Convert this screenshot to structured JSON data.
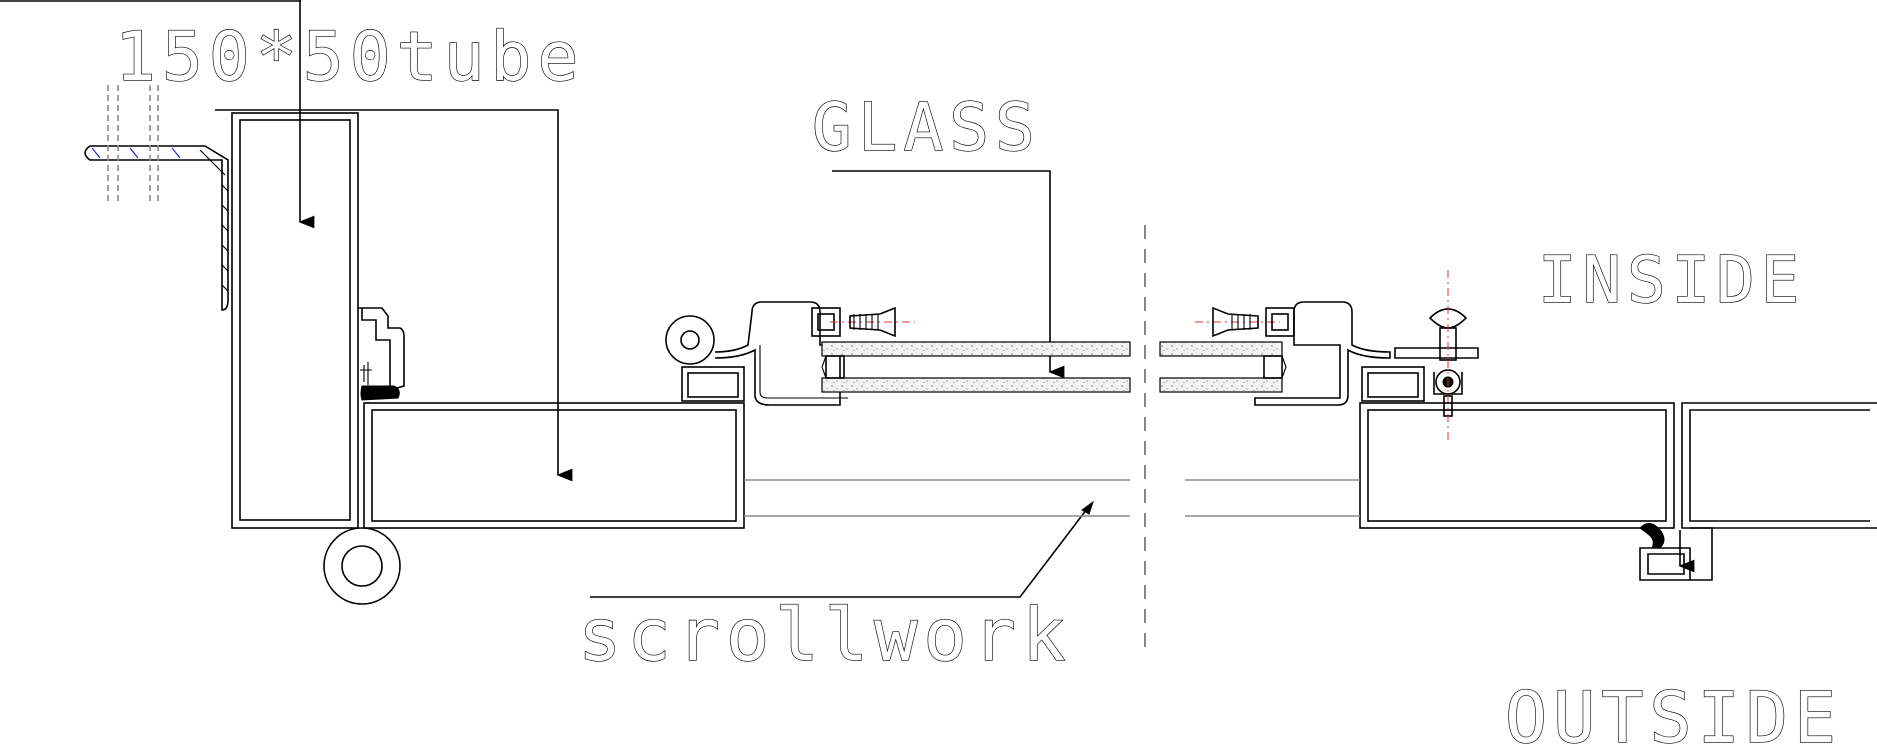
{
  "drawing": {
    "labels": {
      "tube": "150*50tube",
      "glass": "GLASS",
      "inside": "INSIDE",
      "outside": "OUTSIDE",
      "scrollwork": "scrollwork"
    }
  },
  "colors": {
    "line": "#000000",
    "centerline": "#dd3333",
    "hatch_accent": "#2b2bd6",
    "guide": "#8a8a8a"
  }
}
